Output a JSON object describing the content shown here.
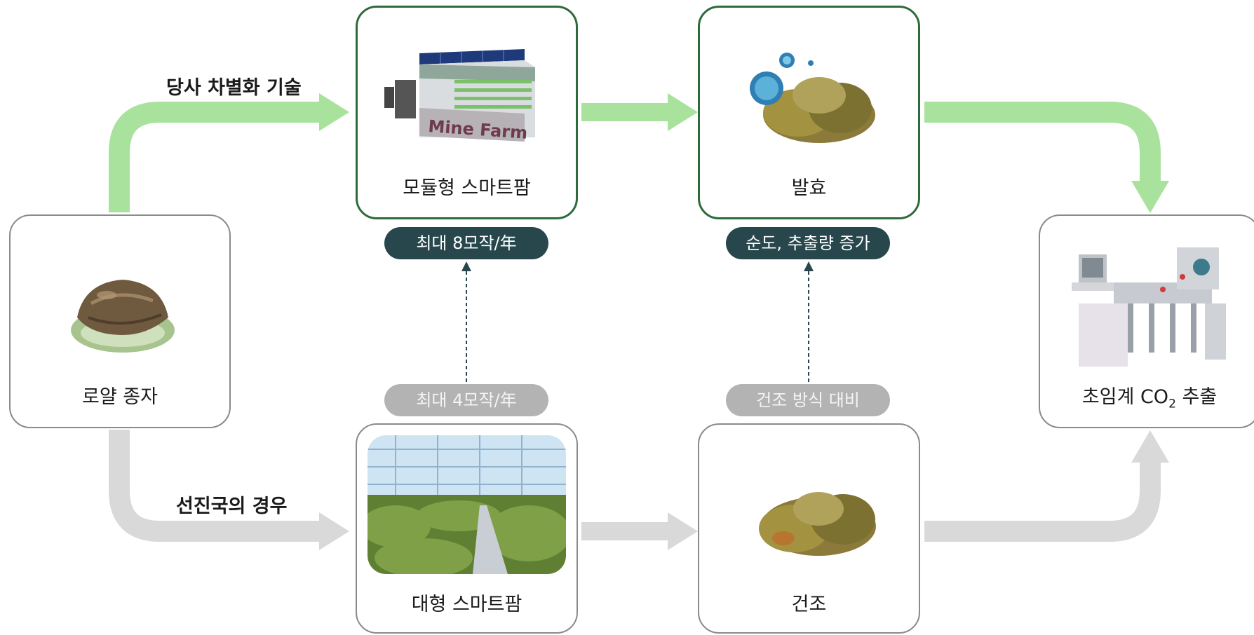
{
  "routes": {
    "top_label": "당사 차별화 기술",
    "bottom_label": "선진국의 경우"
  },
  "nodes": {
    "seed": "로얄 종자",
    "smart_farm_modular": "모듈형 스마트팜",
    "fermentation": "발효",
    "extraction": {
      "prefix": "초임계 CO",
      "sub": "2",
      "suffix": " 추출"
    },
    "smart_farm_large": "대형 스마트팜",
    "drying": "건조"
  },
  "badges": {
    "top_left": "최대 8모작/年",
    "top_right": "순도, 추출량 증가",
    "bottom_left": "최대 4모작/年",
    "bottom_right": "건조 방식 대비"
  },
  "images": {
    "container_text": "Mine Farm"
  },
  "colors": {
    "green_arrow": "#a9e29c",
    "gray_arrow": "#d9d9d9",
    "green_border": "#2e6b3a",
    "gray_border": "#8a8a8a",
    "dark_badge": "#27474c",
    "gray_badge": "#b3b3b3"
  }
}
